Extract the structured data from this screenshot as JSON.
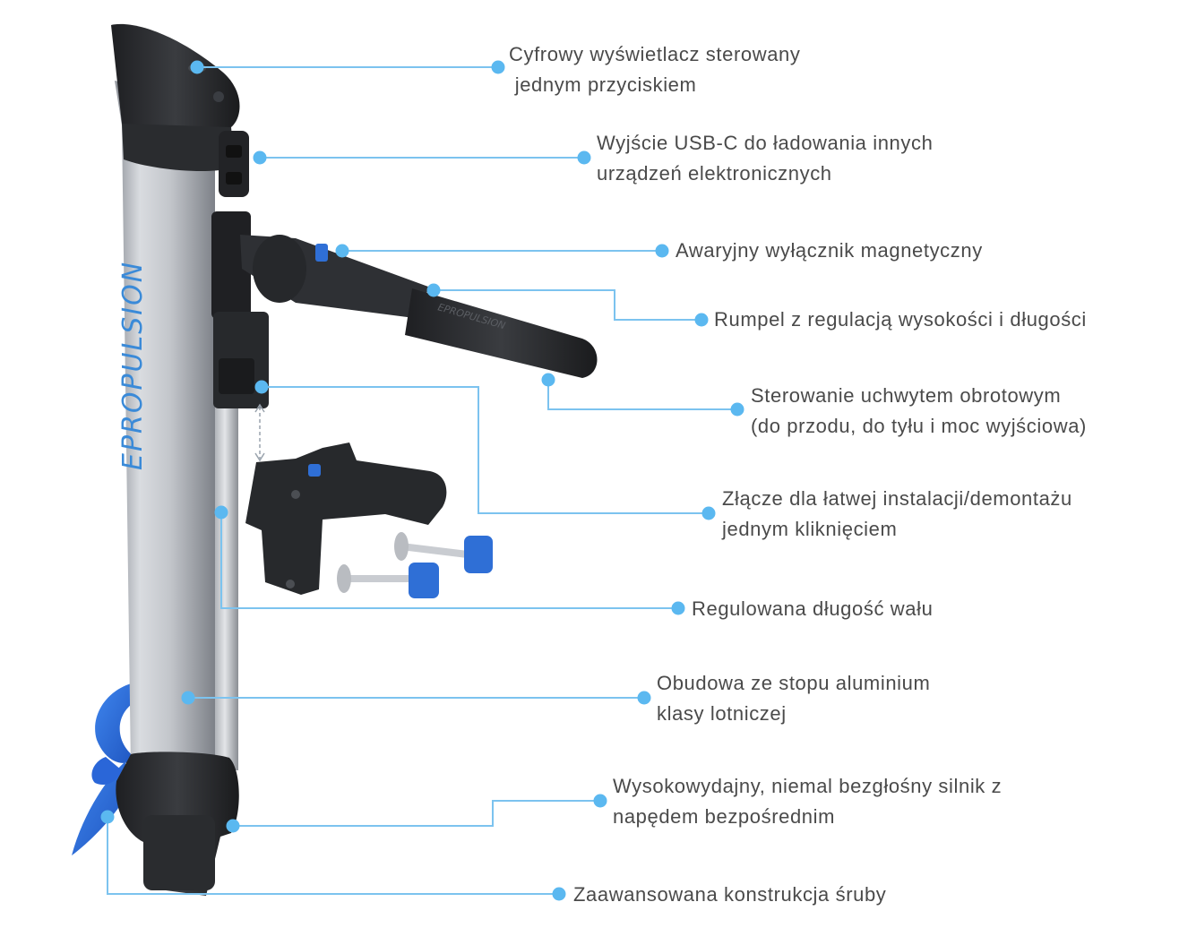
{
  "brand_text": "EPROPULSION",
  "tiller_brand_text": "EPROPULSION",
  "colors": {
    "leader_line": "#7cc3ef",
    "dot": "#5bb8f0",
    "label_text": "#4a4a4a",
    "brand_blue": "#3a8ad8",
    "accent_blue": "#2f6fd6",
    "housing_dark": "#2b2d30",
    "housing_silver": "#b8bcc2"
  },
  "callouts": [
    {
      "id": "display",
      "line1": "Cyfrowy wyświetlacz sterowany",
      "line2": " jednym przyciskiem"
    },
    {
      "id": "usb",
      "line1": "Wyjście USB-C do ładowania innych",
      "line2": "urządzeń elektronicznych"
    },
    {
      "id": "kill-switch",
      "line1": "Awaryjny wyłącznik magnetyczny",
      "line2": ""
    },
    {
      "id": "tiller",
      "line1": "Rumpel z regulacją wysokości i długości",
      "line2": ""
    },
    {
      "id": "twist-grip",
      "line1": "Sterowanie uchwytem obrotowym",
      "line2": "(do przodu, do tyłu i moc wyjściowa)"
    },
    {
      "id": "quick-connector",
      "line1": "Złącze dla łatwej instalacji/demontażu",
      "line2": "jednym kliknięciem"
    },
    {
      "id": "shaft",
      "line1": "Regulowana długość wału",
      "line2": ""
    },
    {
      "id": "housing",
      "line1": "Obudowa ze stopu aluminium",
      "line2": "klasy lotniczej"
    },
    {
      "id": "motor",
      "line1": "Wysokowydajny, niemal bezgłośny silnik z",
      "line2": "napędem bezpośrednim"
    },
    {
      "id": "propeller",
      "line1": "Zaawansowana konstrukcja śruby",
      "line2": ""
    }
  ]
}
